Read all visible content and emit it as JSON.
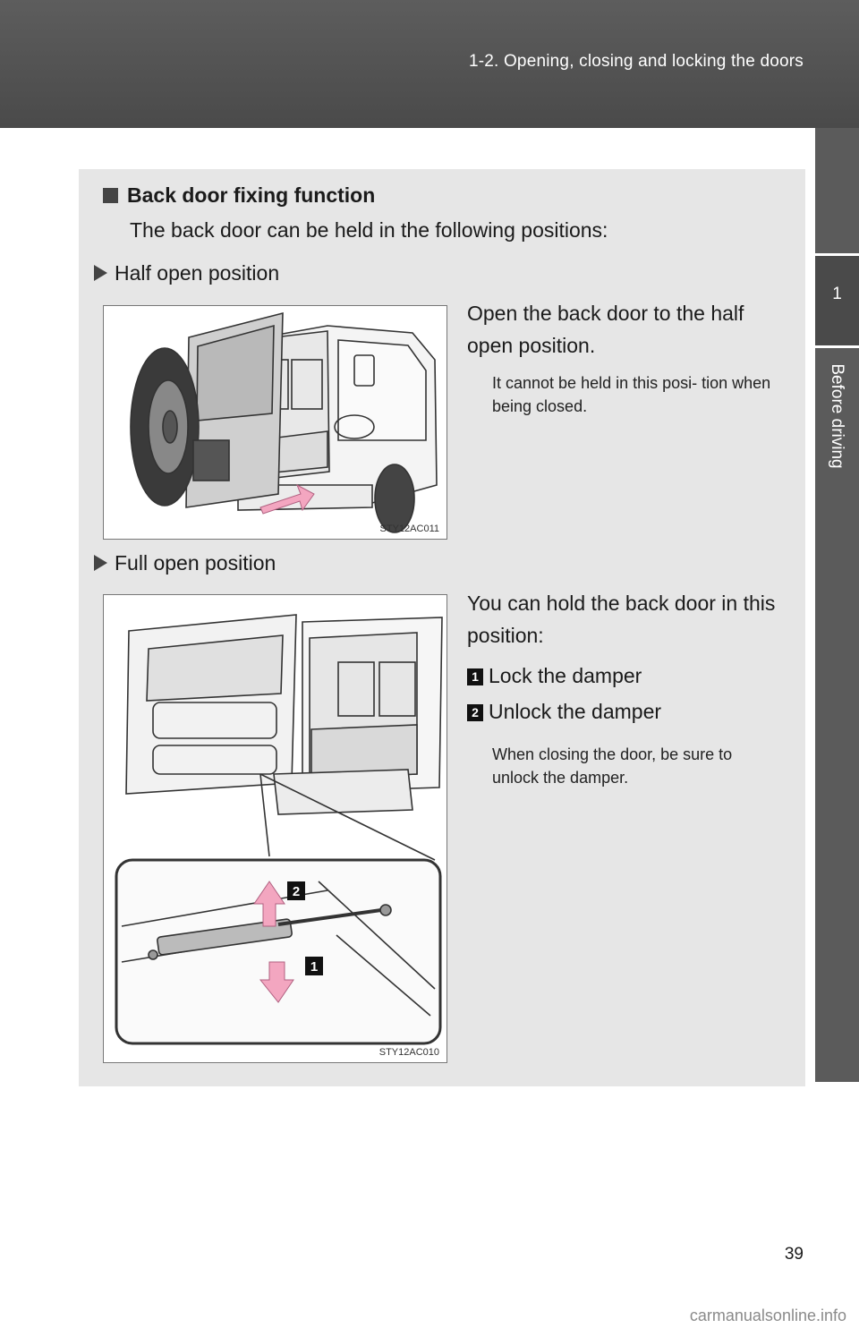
{
  "header": {
    "title": "1-2. Opening, closing and locking the doors"
  },
  "side_tab": {
    "chapter_number": "1",
    "chapter_label": "Before driving"
  },
  "section": {
    "title": "Back door fixing function",
    "intro": "The back door can be held in the following positions:"
  },
  "half_open": {
    "heading": "Half open position",
    "text": "Open the back door to the half open position.",
    "note": "It cannot be held in this posi- tion when being closed.",
    "figure_id": "STY12AC011"
  },
  "full_open": {
    "heading": "Full open position",
    "text": "You can hold the back door in this position:",
    "items": [
      {
        "number": "1",
        "label": "Lock the damper"
      },
      {
        "number": "2",
        "label": "Unlock the damper"
      }
    ],
    "note": "When closing the door, be sure to unlock the damper.",
    "figure_id": "STY12AC010",
    "callout_1": "1",
    "callout_2": "2"
  },
  "page_number": "39",
  "watermark": "carmanualsonline.info",
  "colors": {
    "header_bg": "#4f4f4f",
    "panel_bg": "#e6e6e6",
    "arrow_pink": "#f3a6c0"
  }
}
